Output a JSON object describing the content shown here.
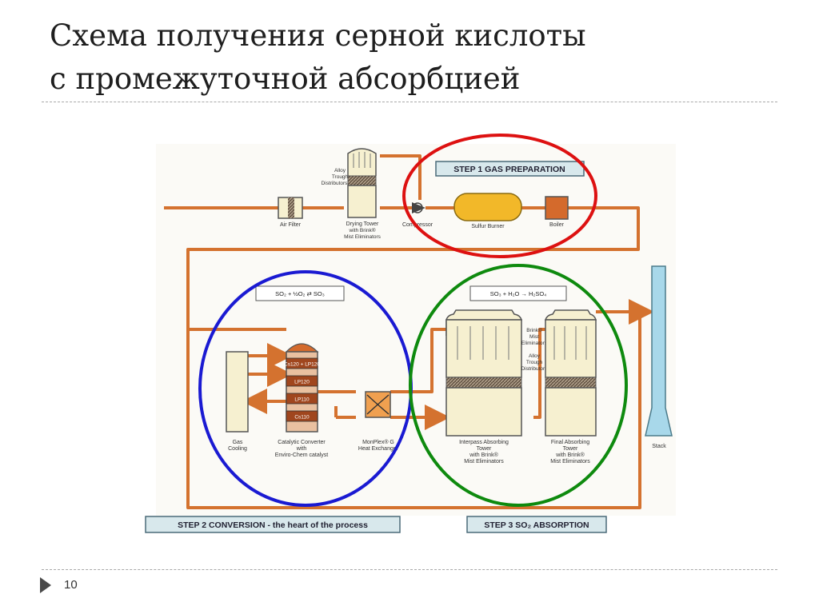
{
  "slide": {
    "title_line1": "Схема получения серной кислоты",
    "title_line2": "с промежуточной абсорбцией",
    "page_number": "10"
  },
  "diagram": {
    "steps": {
      "step1": "STEP 1 GAS PREPARATION",
      "step2": "STEP 2 CONVERSION - the heart of the process",
      "step3": "STEP 3 SO₂ ABSORPTION"
    },
    "equations": {
      "conversion": "SO₂ + ½O₂ ⇄ SO₃",
      "absorption": "SO₃ + H₂O → H₂SO₄"
    },
    "labels": {
      "air_filter": "Air Filter",
      "alloy_trough": [
        "Alloy",
        "Trough",
        "Distributors"
      ],
      "drying_tower": [
        "Drying Tower",
        "with Brink®",
        "Mist Eliminators"
      ],
      "compressor": "Compressor",
      "sulfur_burner": "Sulfur Burner",
      "boiler": "Boiler",
      "gas_cooling": [
        "Gas",
        "Cooling"
      ],
      "converter": [
        "Catalytic Converter",
        "with",
        "Enviro-Chem catalyst"
      ],
      "heat_exchanger": [
        "MonPlex® G",
        "Heat Exchanger"
      ],
      "brink_mist": [
        "Brink®",
        "Mist",
        "Eliminators"
      ],
      "alloy_trough_2": [
        "Alloy",
        "Trough",
        "Distributors"
      ],
      "interpass_tower": [
        "Interpass Absorbing",
        "Tower",
        "with Brink®",
        "Mist Eliminators"
      ],
      "final_tower": [
        "Final Absorbing",
        "Tower",
        "with Brink®",
        "Mist Eliminators"
      ],
      "stack": "Stack"
    },
    "catalyst_beds": [
      "Cs120 + LP120",
      "LP120",
      "LP110",
      "Cs110"
    ],
    "colors": {
      "pipe": "#d4722f",
      "vessel_fill": "#f6f0d0",
      "bed_fill": "#a0461e",
      "ring_step1": "#dd1111",
      "ring_step2": "#1a1ad2",
      "ring_step3": "#0e8a0e",
      "stack_fill": "#a8d8ea",
      "burner_fill": "#f2b829",
      "boiler_fill": "#d46a2c"
    }
  }
}
